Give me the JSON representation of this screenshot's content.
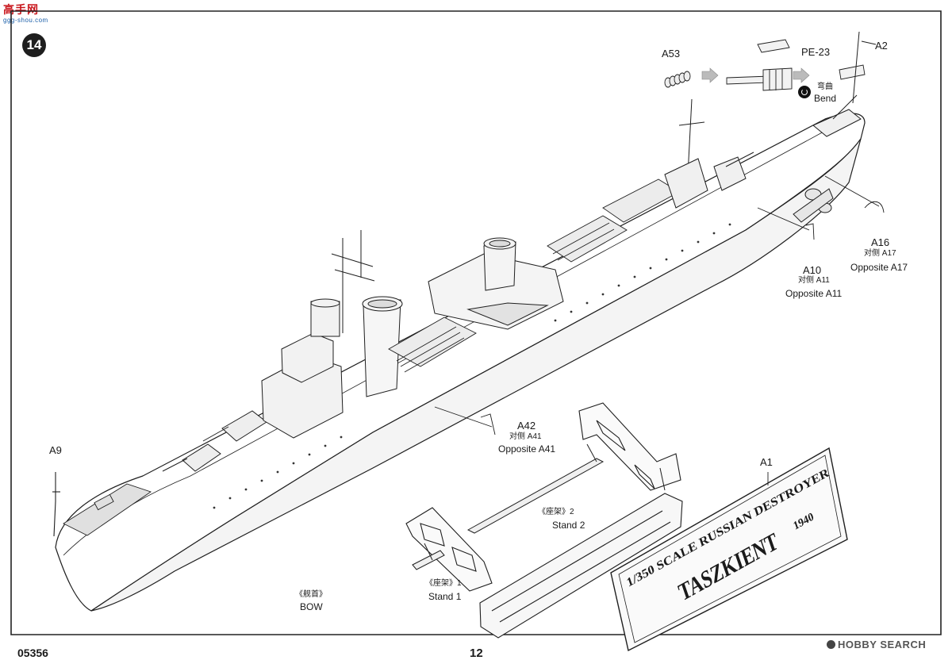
{
  "header": {
    "logo_text": "高手网",
    "logo_sub": "ggg-shou.com",
    "step_number": "14"
  },
  "callouts": {
    "a53": "A53",
    "pe23": "PE-23",
    "a2": "A2",
    "bend_cn": "弯曲",
    "bend_en": "Bend",
    "a16": "A16",
    "a16_cn": "对侧 A17",
    "a16_en": "Opposite  A17",
    "a10": "A10",
    "a10_cn": "对侧 A11",
    "a10_en": "Opposite  A11",
    "a42": "A42",
    "a42_cn": "对侧 A41",
    "a42_en": "Opposite  A41",
    "a9": "A9",
    "a1": "A1",
    "stand2_cn": "《座架》2",
    "stand2_en": "Stand 2",
    "stand1_cn": "《座架》1",
    "stand1_en": "Stand 1",
    "bow_cn": "《舰首》",
    "bow_en": "BOW"
  },
  "nameplate": {
    "line1": "1/350 SCALE RUSSIAN DESTROYER",
    "line2": "TASZKIENT",
    "year": "1940"
  },
  "footer": {
    "code": "05356",
    "page": "12",
    "watermark": "HOBBY SEARCH"
  }
}
